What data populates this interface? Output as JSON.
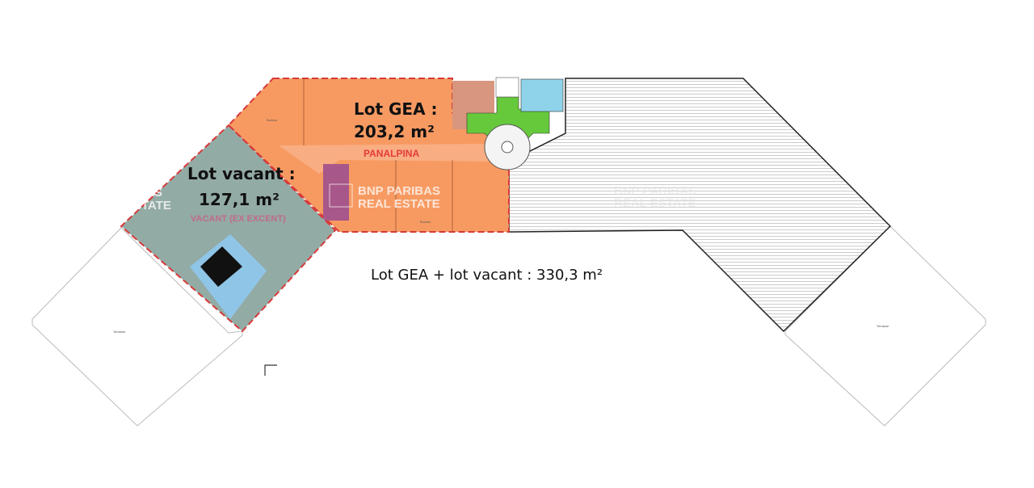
{
  "plan": {
    "lot_gea": {
      "title": "Lot GEA :",
      "area": "203,2 m²",
      "color": "#f79a62"
    },
    "lot_vacant": {
      "title": "Lot vacant :",
      "area": "127,1 m²",
      "color": "#93aba5"
    },
    "tenant_label": "PANALPINA",
    "vacant_label": "VACANT (EX EXCENT)",
    "total_label": "Lot GEA + lot vacant  : 330,3 m²",
    "watermark": {
      "line1": "BNP PARIBAS",
      "line2": "REAL ESTATE",
      "left_line1": "IBAS",
      "left_line2": "STATE"
    },
    "terrace_label": "Terrasse",
    "room_label": "Bureau",
    "colors": {
      "circulation": "#66c93c",
      "sanitary": "#8fd3ea",
      "outline": "#d63a3a",
      "dash": "#6a4fa0"
    }
  }
}
